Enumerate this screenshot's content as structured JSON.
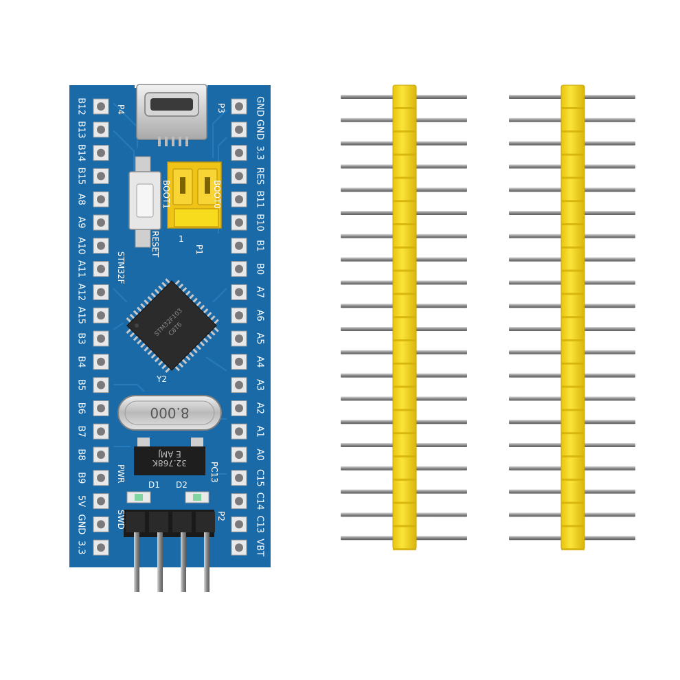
{
  "photo": {
    "subject": "product photo",
    "board": {
      "left_labels": [
        "B12",
        "B13",
        "B14",
        "B15",
        "A8",
        "A9",
        "A10",
        "A11",
        "A12",
        "A15",
        "B3",
        "B4",
        "B5",
        "B6",
        "B7",
        "B8",
        "B9",
        "5V",
        "GND",
        "3.3"
      ],
      "right_labels": [
        "GND",
        "GND",
        "3.3",
        "RES",
        "B11",
        "B10",
        "B1",
        "B0",
        "A7",
        "A6",
        "A5",
        "A4",
        "A3",
        "A2",
        "A1",
        "A0",
        "C15",
        "C14",
        "C13",
        "VBT"
      ],
      "silkscreen": {
        "p4": "P4",
        "p3": "P3",
        "p2": "P2",
        "p1": "P1",
        "boot0": "BOOT0",
        "boot1": "BOOT1",
        "reset": "RESET",
        "stm32": "STM32F",
        "y2": "Y2",
        "pwr": "PWR",
        "d1": "D1",
        "d2": "D2",
        "pc13": "PC13",
        "swd": "SWD",
        "one": "1"
      },
      "crystal_text": "8.000",
      "rtc_crystal_text": [
        "32.768K",
        "E AMJ"
      ]
    },
    "colors": {
      "pcb": "#1b6aa8",
      "pcb_dark": "#125083",
      "header_yellow": "#f7dc1e",
      "pin_metal": "#9c9c9c",
      "chip": "#2b2b2b",
      "jumper": "#f2c21a"
    }
  }
}
